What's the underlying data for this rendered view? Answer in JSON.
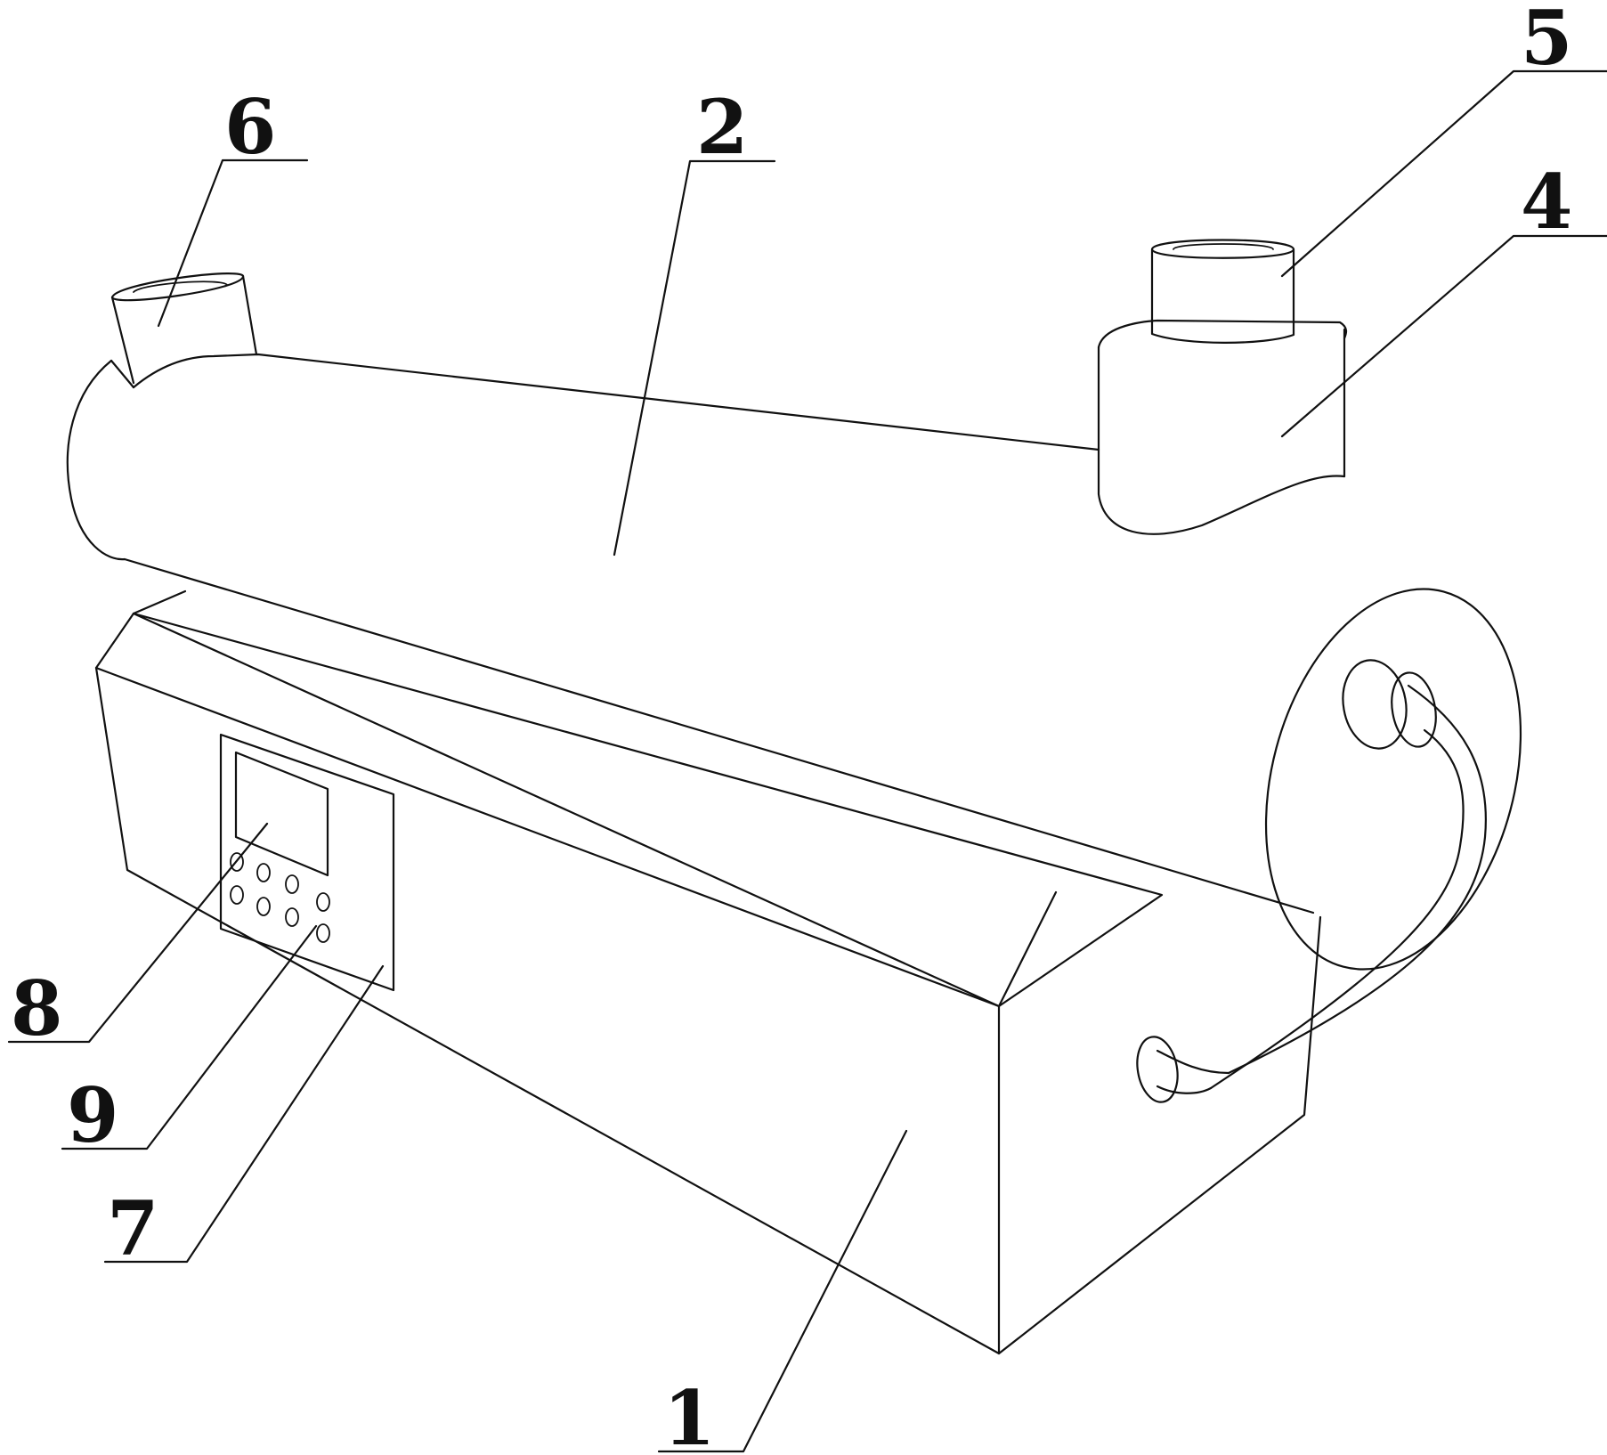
{
  "figure": {
    "labels": [
      "1",
      "2",
      "4",
      "5",
      "6",
      "7",
      "8",
      "9"
    ]
  },
  "colors": {
    "stroke": "#111111",
    "background": "#ffffff"
  }
}
